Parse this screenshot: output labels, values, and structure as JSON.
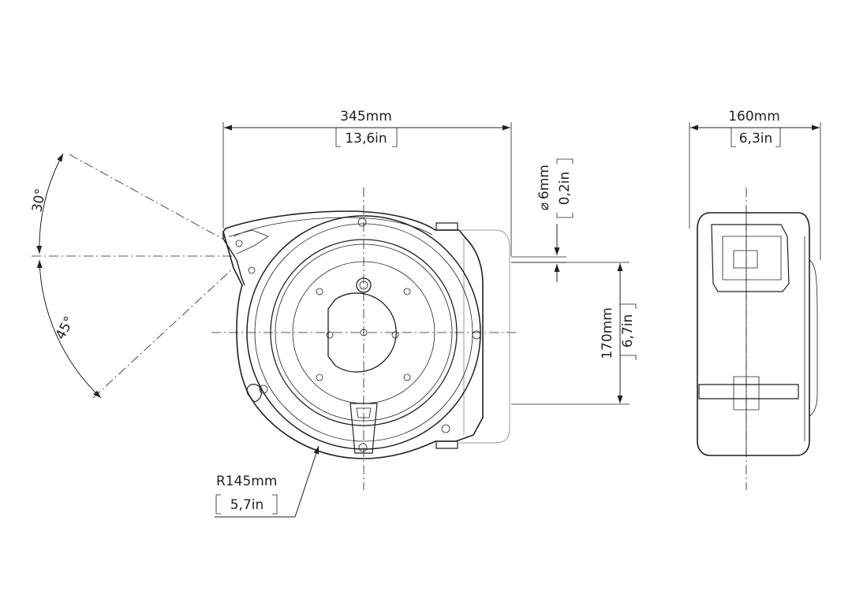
{
  "dimensions": {
    "width": {
      "metric": "345mm",
      "imperial": "13,6in"
    },
    "depth": {
      "metric": "160mm",
      "imperial": "6,3in"
    },
    "height": {
      "metric": "170mm",
      "imperial": "6,7in"
    },
    "hole_dia": {
      "metric": "6mm",
      "imperial": "0,2in",
      "symbol": "⌀"
    },
    "radius": {
      "metric": "R145mm",
      "imperial": "5,7in"
    },
    "angle_up": "30°",
    "angle_down": "45°"
  },
  "colors": {
    "line": "#231f20",
    "bracket": "#9a9a9a",
    "background": "#ffffff"
  }
}
